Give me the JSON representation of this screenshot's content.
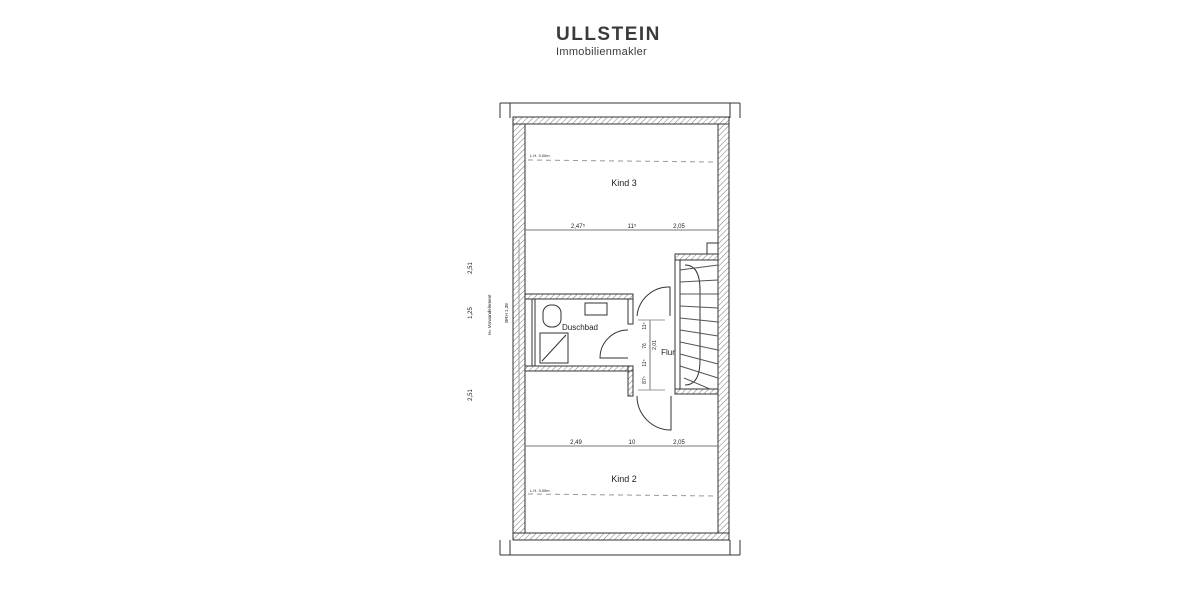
{
  "logo": {
    "title": "ULLSTEIN",
    "subtitle": "Immobilienmakler"
  },
  "rooms": {
    "kind3": {
      "label": "Kind 3",
      "height_note": "L.H. 3.00m"
    },
    "kind2": {
      "label": "Kind 2",
      "height_note": "L.H. 3.00m"
    },
    "bath": {
      "label": "Duschbad"
    },
    "hall": {
      "label": "Flur"
    }
  },
  "dimensions": {
    "top_row": [
      "2,47⁵",
      "11⁵",
      "2,05"
    ],
    "bottom_row": [
      "2,49",
      "10",
      "2,05"
    ],
    "left_column": [
      "2,51",
      "1,25",
      "2,51"
    ],
    "hall_column": [
      "11⁵",
      "76",
      "11⁵",
      "87⁵"
    ],
    "hall_total": "2,01"
  },
  "notes": {
    "wall_element": "H= Vorwandelement",
    "sill": "BRH 1,38"
  },
  "colors": {
    "line": "#333333",
    "hatch": "#777777"
  }
}
